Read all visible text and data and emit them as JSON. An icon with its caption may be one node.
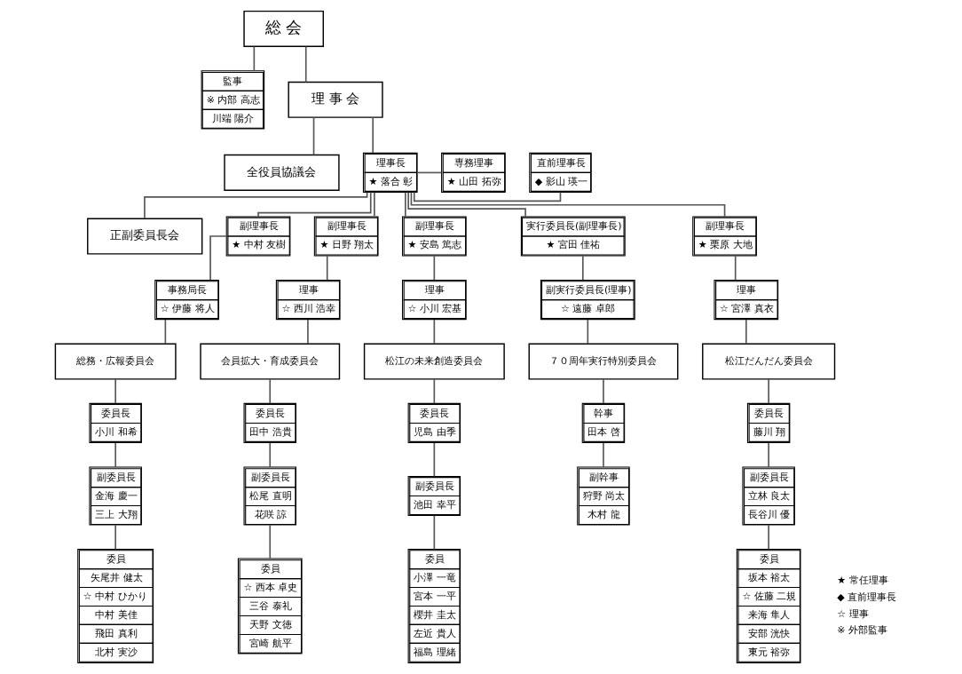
{
  "diagram": {
    "nodes": [
      {
        "text": [
          "総 会"
        ]
      },
      {
        "text": [
          "監事",
          "※ 内部 高志",
          "川端 陽介"
        ]
      },
      {
        "text": [
          "理 事 会"
        ]
      },
      {
        "text": [
          "全役員協議会"
        ]
      },
      {
        "text": [
          "直前理事長",
          "◆ 影山 瑛一"
        ]
      },
      {
        "text": [
          "理事長",
          "★ 落合 彰"
        ]
      },
      {
        "text": [
          "専務理事",
          "★ 山田 拓弥"
        ]
      },
      {
        "text": [
          "正副委員長会"
        ]
      },
      {
        "text": [
          "副理事長",
          "★ 中村 友樹"
        ]
      },
      {
        "text": [
          "事務局長",
          "☆ 伊藤 将人"
        ]
      },
      {
        "text": [
          "総務・広報委員会"
        ]
      },
      {
        "text": [
          "委員長",
          "小川 和希"
        ]
      },
      {
        "text": [
          "副委員長",
          "金海 慶一",
          "三上 大翔"
        ]
      },
      {
        "text": [
          "委員",
          "矢尾井 健太",
          "☆ 中村 ひかり",
          "中村 美佳",
          "飛田 真利",
          "北村 実沙"
        ]
      },
      {
        "text": [
          "副理事長",
          "★ 日野 翔太"
        ]
      },
      {
        "text": [
          "理事",
          "☆ 西川 浩幸"
        ]
      },
      {
        "text": [
          "会員拡大・育成委員会"
        ]
      },
      {
        "text": [
          "委員長",
          "田中 浩貴"
        ]
      },
      {
        "text": [
          "副委員長",
          "松尾 直明",
          "花咲 諒"
        ]
      },
      {
        "text": [
          "委員",
          "☆ 西本 卓史",
          "三谷 泰礼",
          "天野 文徳",
          "宮崎 航平"
        ]
      },
      {
        "text": [
          "副理事長",
          "★ 安島 篤志"
        ]
      },
      {
        "text": [
          "理事",
          "☆ 小川 宏基"
        ]
      },
      {
        "text": [
          "松江の未来創造委員会"
        ]
      },
      {
        "text": [
          "委員長",
          "児島 由季"
        ]
      },
      {
        "text": [
          "副委員長",
          "池田 幸平"
        ]
      },
      {
        "text": [
          "委員",
          "小澤 一竜",
          "宮本 一平",
          "櫻井 圭太",
          "左近 貴人",
          "福島 理緒"
        ]
      },
      {
        "text": [
          "実行委員長(副理事長)",
          "★ 宮田 佳祐"
        ]
      },
      {
        "text": [
          "副実行委員長(理事)",
          "☆ 遠藤 卓郎"
        ]
      },
      {
        "text": [
          "７０周年実行特別委員会"
        ]
      },
      {
        "text": [
          "幹事",
          "田本 啓"
        ]
      },
      {
        "text": [
          "副幹事",
          "狩野 尚太",
          "木村 龍"
        ]
      },
      {
        "text": [
          "副理事長",
          "★ 栗原 大地"
        ]
      },
      {
        "text": [
          "理事",
          "☆ 宮澤 真衣"
        ]
      },
      {
        "text": [
          "松江だんだん委員会"
        ]
      },
      {
        "text": [
          "委員長",
          "藤川 翔"
        ]
      },
      {
        "text": [
          "副委員長",
          "立林 良太",
          "長谷川 優"
        ]
      },
      {
        "text": [
          "委員",
          "坂本 裕太",
          "☆ 佐藤 二規",
          "来海 隼人",
          "安部 洸快",
          "東元 裕弥"
        ]
      }
    ],
    "edges": [
      {
        "from": 0,
        "to": 2,
        "arrow": "none"
      },
      {
        "from": 0,
        "to": 1,
        "arrow": "none"
      },
      {
        "from": 2,
        "to": 3,
        "arrow": "none"
      },
      {
        "from": 2,
        "to": 5,
        "arrow": "none"
      },
      {
        "from": 5,
        "to": 4,
        "arrow": "none"
      },
      {
        "from": 5,
        "to": 6,
        "arrow": "none"
      },
      {
        "from": 5,
        "to": 7,
        "arrow": "none"
      },
      {
        "from": 5,
        "to": 8,
        "arrow": "none"
      },
      {
        "from": 5,
        "to": 14,
        "arrow": "none"
      },
      {
        "from": 5,
        "to": 20,
        "arrow": "none"
      },
      {
        "from": 5,
        "to": 26,
        "arrow": "none"
      },
      {
        "from": 5,
        "to": 31,
        "arrow": "none"
      },
      {
        "from": 8,
        "to": 9,
        "arrow": "none"
      },
      {
        "from": 9,
        "to": 10,
        "arrow": "none"
      },
      {
        "from": 10,
        "to": 11,
        "arrow": "none"
      },
      {
        "from": 11,
        "to": 12,
        "arrow": "none"
      },
      {
        "from": 12,
        "to": 13,
        "arrow": "none"
      },
      {
        "from": 14,
        "to": 15,
        "arrow": "none"
      },
      {
        "from": 15,
        "to": 16,
        "arrow": "none"
      },
      {
        "from": 16,
        "to": 17,
        "arrow": "none"
      },
      {
        "from": 17,
        "to": 18,
        "arrow": "none"
      },
      {
        "from": 18,
        "to": 19,
        "arrow": "none"
      },
      {
        "from": 20,
        "to": 21,
        "arrow": "none"
      },
      {
        "from": 21,
        "to": 22,
        "arrow": "none"
      },
      {
        "from": 22,
        "to": 23,
        "arrow": "none"
      },
      {
        "from": 23,
        "to": 24,
        "arrow": "none"
      },
      {
        "from": 24,
        "to": 25,
        "arrow": "none"
      },
      {
        "from": 26,
        "to": 27,
        "arrow": "none"
      },
      {
        "from": 27,
        "to": 28,
        "arrow": "none"
      },
      {
        "from": 28,
        "to": 29,
        "arrow": "none"
      },
      {
        "from": 29,
        "to": 30,
        "arrow": "none"
      },
      {
        "from": 31,
        "to": 32,
        "arrow": "none"
      },
      {
        "from": 32,
        "to": 33,
        "arrow": "none"
      },
      {
        "from": 33,
        "to": 34,
        "arrow": "none"
      },
      {
        "from": 34,
        "to": 35,
        "arrow": "none"
      },
      {
        "from": 35,
        "to": 36,
        "arrow": "none"
      }
    ],
    "legend": [
      {
        "text": "★ 常任理事"
      },
      {
        "text": "◆ 直前理事長"
      },
      {
        "text": "☆ 理事"
      },
      {
        "text": "※ 外部監事"
      }
    ]
  }
}
